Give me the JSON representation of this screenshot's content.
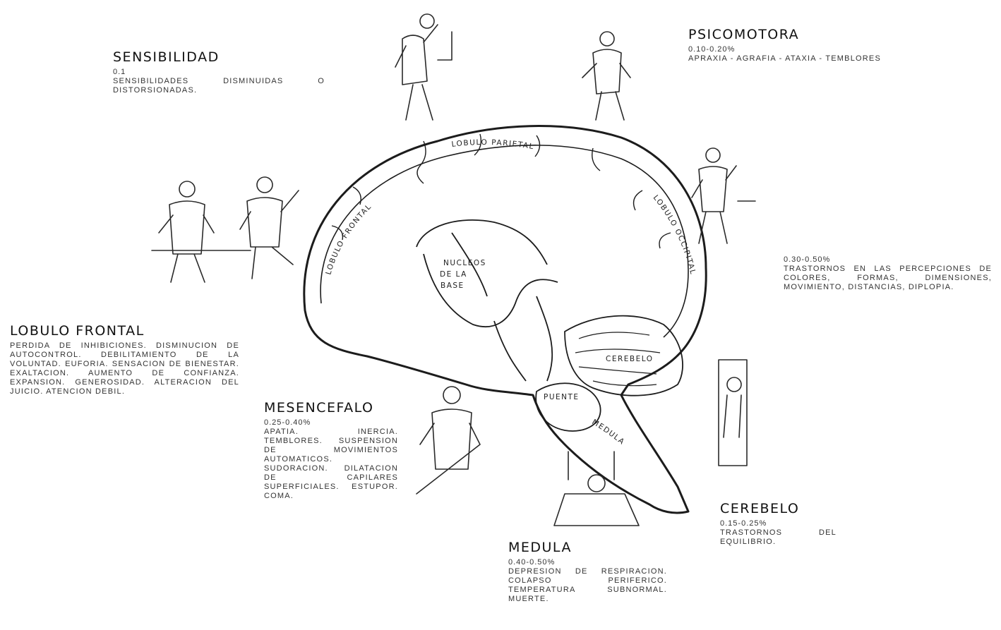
{
  "blocks": {
    "sensibilidad": {
      "title": "SENSIBILIDAD",
      "range": "0.1",
      "desc": "SENSIBILIDADES DISMINUIDAS O DISTORSIONADAS."
    },
    "psicomotora": {
      "title": "PSICOMOTORA",
      "range": "0.10-0.20%",
      "desc": "APRAXIA - AGRAFIA - ATAXIA - TEMBLORES"
    },
    "vision": {
      "title": "",
      "range": "0.30-0.50%",
      "desc": "TRASTORNOS EN LAS PERCEPCIONES DE COLORES, FORMAS, DIMENSIONES, MOVIMIENTO, DISTANCIAS, DIPLOPIA."
    },
    "lobulo_frontal": {
      "title": "LOBULO FRONTAL",
      "range": "",
      "desc": "PERDIDA DE INHIBICIONES. DISMINUCION DE AUTOCONTROL. DEBILITAMIENTO DE LA VOLUNTAD. EUFORIA. SENSACION DE BIENESTAR. EXALTACION. AUMENTO DE CONFIANZA. EXPANSION. GENEROSIDAD. ALTERACION DEL JUICIO. ATENCION DEBIL."
    },
    "mesencefalo": {
      "title": "MESENCEFALO",
      "range": "0.25-0.40%",
      "desc": "APATIA. INERCIA. TEMBLORES. SUSPENSION DE MOVIMIENTOS AUTOMATICOS. SUDORACION. DILATACION DE CAPILARES SUPERFICIALES. ESTUPOR. COMA."
    },
    "medula": {
      "title": "MEDULA",
      "range": "0.40-0.50%",
      "desc": "DEPRESION DE RESPIRACION. COLAPSO PERIFERICO. TEMPERATURA SUBNORMAL. MUERTE."
    },
    "cerebelo": {
      "title": "CEREBELO",
      "range": "0.15-0.25%",
      "desc": "TRASTORNOS DEL EQUILIBRIO."
    }
  },
  "brain_labels": {
    "parietal": "LOBULO PARIETAL",
    "frontal": "LOBULO FRONTAL",
    "occipital": "LOBULO OCCIPITAL",
    "nucleos": [
      "NUCLEOS",
      "DE LA",
      "BASE"
    ],
    "cerebelo": "CEREBELO",
    "puente": "PUENTE",
    "medula": "MEDULA"
  }
}
